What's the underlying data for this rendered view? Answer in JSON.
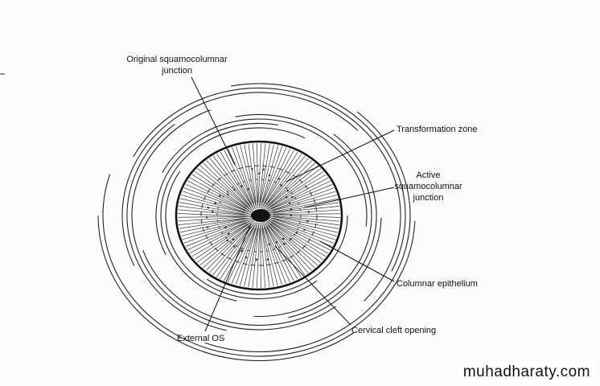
{
  "labels": {
    "original_sq_line1": "Original squamocolumnar",
    "original_sq_line2": "junction",
    "transformation_zone": "Transformation zone",
    "active_sq_line1": "Active",
    "active_sq_line2": "squamocolumnar",
    "active_sq_line3": "junction",
    "columnar_epithelium": "Columnar epithelium",
    "cervical_cleft": "Cervical cleft opening",
    "external_os": "External OS"
  },
  "watermark": "muhadharaty.com"
}
